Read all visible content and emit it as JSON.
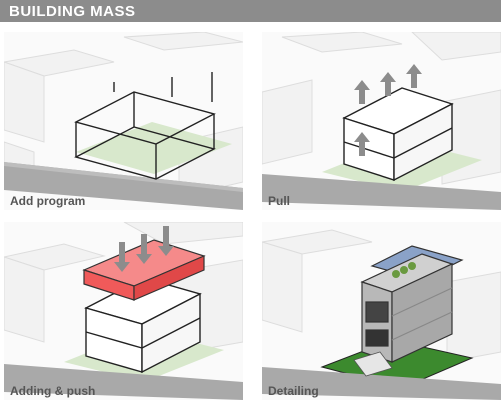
{
  "header": {
    "title": "BUILDING MASS"
  },
  "steps": [
    {
      "label": "Add program"
    },
    {
      "label": "Pull"
    },
    {
      "label": "Adding & push"
    },
    {
      "label": "Detailing"
    }
  ],
  "colors": {
    "banner": "#8c8c8c",
    "road": "#a9a9a9",
    "ground": "#d8e8cc",
    "push_block": "#f05a5a",
    "arrow": "#8c8c8c",
    "lawn": "#3c8a2e",
    "concrete": "#b8b8b8",
    "solar_panel": "#8aa2c8"
  },
  "icons": [
    "up-arrow-icon",
    "down-arrow-icon"
  ]
}
